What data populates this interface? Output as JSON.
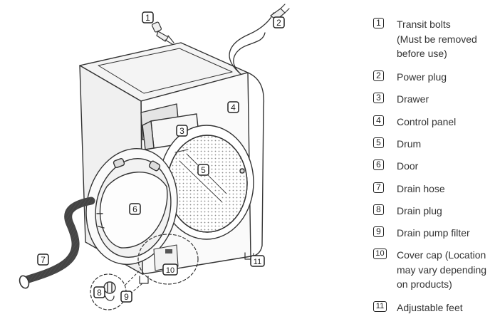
{
  "callouts": [
    {
      "num": "1",
      "label": "Transit bolts\n(Must be removed\nbefore use)"
    },
    {
      "num": "2",
      "label": "Power plug"
    },
    {
      "num": "3",
      "label": "Drawer"
    },
    {
      "num": "4",
      "label": "Control panel"
    },
    {
      "num": "5",
      "label": "Drum"
    },
    {
      "num": "6",
      "label": "Door"
    },
    {
      "num": "7",
      "label": "Drain hose"
    },
    {
      "num": "8",
      "label": "Drain plug"
    },
    {
      "num": "9",
      "label": "Drain pump filter"
    },
    {
      "num": "10",
      "label": "Cover cap (Location\nmay vary depending\non products)"
    },
    {
      "num": "11",
      "label": "Adjustable feet"
    }
  ]
}
